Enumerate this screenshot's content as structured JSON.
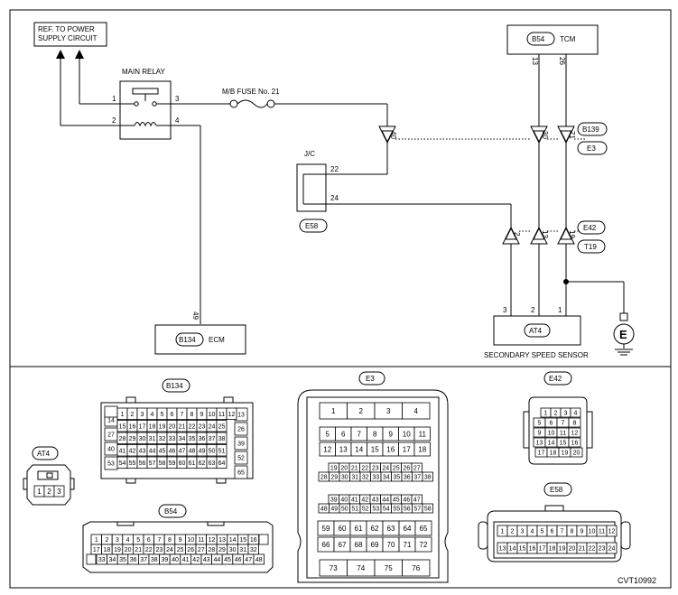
{
  "labels": {
    "ref_power_1": "REF. TO POWER",
    "ref_power_2": "SUPPLY CIRCUIT",
    "main_relay": "MAIN RELAY",
    "relay_pin1": "1",
    "relay_pin2": "2",
    "relay_pin3": "3",
    "relay_pin4": "4",
    "mb_fuse": "M/B FUSE No. 21",
    "jc": "J/C",
    "jc_pin22": "22",
    "jc_pin24": "24",
    "ecm": "ECM",
    "ecm_pin": "49",
    "tcm": "TCM",
    "tcm_pin13": "13",
    "tcm_pin26": "26",
    "sensor": "SECONDARY SPEED SENSOR",
    "sensor_pin3": "3",
    "sensor_pin2": "2",
    "sensor_pin1": "1",
    "conn_pin40": "40",
    "conn_pin30": "30",
    "conn_pin71": "71",
    "conn_pin2": "2",
    "conn_pin13": "13",
    "conn_pin19": "19",
    "ground": "E",
    "code": "CVT10992"
  },
  "tags": {
    "b54": "B54",
    "b139": "B139",
    "e3": "E3",
    "e58": "E58",
    "e42": "E42",
    "t19": "T19",
    "b134": "B134",
    "at4": "AT4"
  },
  "connectors": {
    "b134": {
      "tag": "B134",
      "left": [
        "14",
        "27",
        "40",
        "53"
      ],
      "right": [
        "13",
        "26",
        "39",
        "52",
        "65"
      ],
      "rows": [
        [
          "1",
          "2",
          "3",
          "4",
          "5",
          "6",
          "7",
          "8",
          "9",
          "10",
          "11",
          "12"
        ],
        [
          "15",
          "16",
          "17",
          "18",
          "19",
          "20",
          "21",
          "22",
          "23",
          "24",
          "25"
        ],
        [
          "28",
          "29",
          "30",
          "31",
          "32",
          "33",
          "34",
          "35",
          "36",
          "37",
          "38"
        ],
        [
          "41",
          "42",
          "43",
          "44",
          "45",
          "46",
          "47",
          "48",
          "49",
          "50",
          "51"
        ],
        [
          "54",
          "55",
          "56",
          "57",
          "58",
          "59",
          "60",
          "61",
          "62",
          "63",
          "64"
        ]
      ]
    },
    "at4": {
      "tag": "AT4",
      "pins": [
        "1",
        "2",
        "3"
      ]
    },
    "b54": {
      "tag": "B54",
      "rows": [
        [
          "1",
          "2",
          "3",
          "4",
          "5",
          "6",
          "7",
          "8",
          "9",
          "10",
          "11",
          "12",
          "13",
          "14",
          "15",
          "16"
        ],
        [
          "17",
          "18",
          "19",
          "20",
          "21",
          "22",
          "23",
          "24",
          "25",
          "26",
          "27",
          "28",
          "29",
          "30",
          "31",
          "32"
        ],
        [
          "33",
          "34",
          "35",
          "36",
          "37",
          "38",
          "39",
          "40",
          "41",
          "42",
          "43",
          "44",
          "45",
          "46",
          "47",
          "48"
        ]
      ]
    },
    "e3": {
      "tag": "E3",
      "top": [
        "1",
        "2",
        "3",
        "4"
      ],
      "mid1": [
        "5",
        "6",
        "7",
        "8",
        "9",
        "10",
        "11"
      ],
      "mid2": [
        "12",
        "13",
        "14",
        "15",
        "16",
        "17",
        "18"
      ],
      "r3a": [
        "19",
        "20",
        "21",
        "22",
        "23",
        "24",
        "25",
        "26",
        "27"
      ],
      "r3b": [
        "28",
        "29",
        "30",
        "31",
        "32",
        "33",
        "34",
        "35",
        "36",
        "37",
        "38"
      ],
      "r4a": [
        "39",
        "40",
        "41",
        "42",
        "43",
        "44",
        "45",
        "46",
        "47"
      ],
      "r4b": [
        "48",
        "49",
        "50",
        "51",
        "52",
        "53",
        "54",
        "55",
        "56",
        "57",
        "58"
      ],
      "r5": [
        "59",
        "60",
        "61",
        "62",
        "63",
        "64",
        "65"
      ],
      "r6": [
        "66",
        "67",
        "68",
        "69",
        "70",
        "71",
        "72"
      ],
      "bottom": [
        "73",
        "74",
        "75",
        "76"
      ]
    },
    "e42": {
      "tag": "E42",
      "rows": [
        [
          "1",
          "2",
          "3",
          "4"
        ],
        [
          "5",
          "6",
          "7",
          "8"
        ],
        [
          "9",
          "10",
          "11",
          "12"
        ],
        [
          "13",
          "14",
          "15",
          "16"
        ],
        [
          "17",
          "18",
          "19",
          "20"
        ]
      ]
    },
    "e58": {
      "tag": "E58",
      "rows": [
        [
          "1",
          "2",
          "3",
          "4",
          "5",
          "6",
          "7",
          "8",
          "9",
          "10",
          "11",
          "12"
        ],
        [
          "13",
          "14",
          "15",
          "16",
          "17",
          "18",
          "19",
          "20",
          "21",
          "22",
          "23",
          "24"
        ]
      ]
    }
  }
}
